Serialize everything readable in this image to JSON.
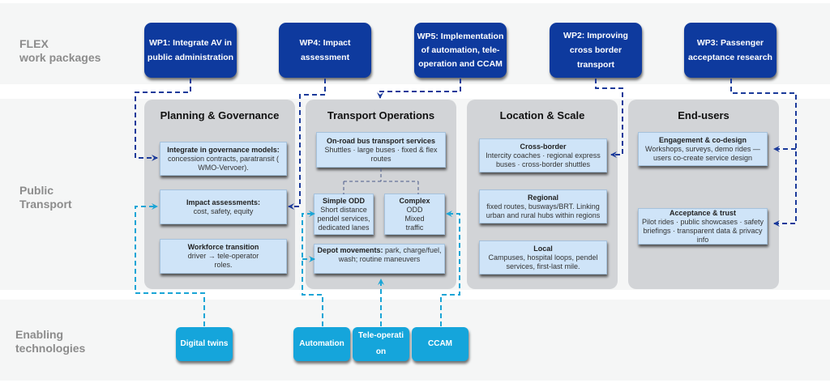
{
  "rows": {
    "work_packages": "FLEX\nwork packages",
    "public_transport": "Public\nTransport",
    "enabling": "Enabling\ntechnologies"
  },
  "work_packages": [
    {
      "id": "wp1",
      "label": "WP1: Integrate AV in public administration"
    },
    {
      "id": "wp4",
      "label": "WP4: Impact assessment"
    },
    {
      "id": "wp5",
      "label": "WP5: Implementation of automation, tele-operation and CCAM"
    },
    {
      "id": "wp2",
      "label": "WP2:  Improving cross border transport"
    },
    {
      "id": "wp3",
      "label": "WP3: Passenger acceptance research"
    }
  ],
  "columns": {
    "planning": {
      "title": "Planning & Governance",
      "cards": [
        {
          "title": "Integrate in governance models:",
          "text": "concession contracts, paratransit ( WMO-Vervoer)."
        },
        {
          "title": "Impact assessments:",
          "text": "cost, safety, equity"
        },
        {
          "title": "Workforce transition",
          "text": "driver → tele-operator roles."
        }
      ]
    },
    "transport": {
      "title": "Transport Operations",
      "cards": [
        {
          "title": "On-road bus transport services",
          "text": "Shuttles · large buses · fixed & flex routes"
        },
        {
          "title": "Simple ODD",
          "text": "Short distance pendel  services, dedicated lanes"
        },
        {
          "title": "Complex",
          "text": "ODD Mixed traffic"
        },
        {
          "title": "Depot movements:",
          "text": " park, charge/fuel, wash; routine maneuvers"
        }
      ]
    },
    "location": {
      "title": "Location & Scale",
      "cards": [
        {
          "title": "Cross-border",
          "text": "Intercity coaches · regional express buses · cross-border shuttles"
        },
        {
          "title": "Regional",
          "text": "fixed routes, busways/BRT. Linking urban and rural hubs within regions"
        },
        {
          "title": "Local",
          "text": "Campuses, hospital loops, pendel services, first-last mile."
        }
      ]
    },
    "endusers": {
      "title": "End-users",
      "cards": [
        {
          "title": "Engagement & co-design",
          "text": "Workshops, surveys, demo rides — users co-create service design"
        },
        {
          "title": "Acceptance & trust",
          "text": "Pilot rides · public showcases · safety briefings · transparent data & privacy info"
        }
      ]
    }
  },
  "technologies": [
    {
      "label": "Digital twins"
    },
    {
      "label": "Automation"
    },
    {
      "label": "Tele-operati on"
    },
    {
      "label": "CCAM"
    }
  ],
  "colors": {
    "wp": "#0e3a9e",
    "tech": "#15a5db",
    "card": "#cfe4f8",
    "column": "#d2d4d7",
    "dark_connector": "#1b3a9a",
    "light_connector": "#1aa5d6"
  }
}
